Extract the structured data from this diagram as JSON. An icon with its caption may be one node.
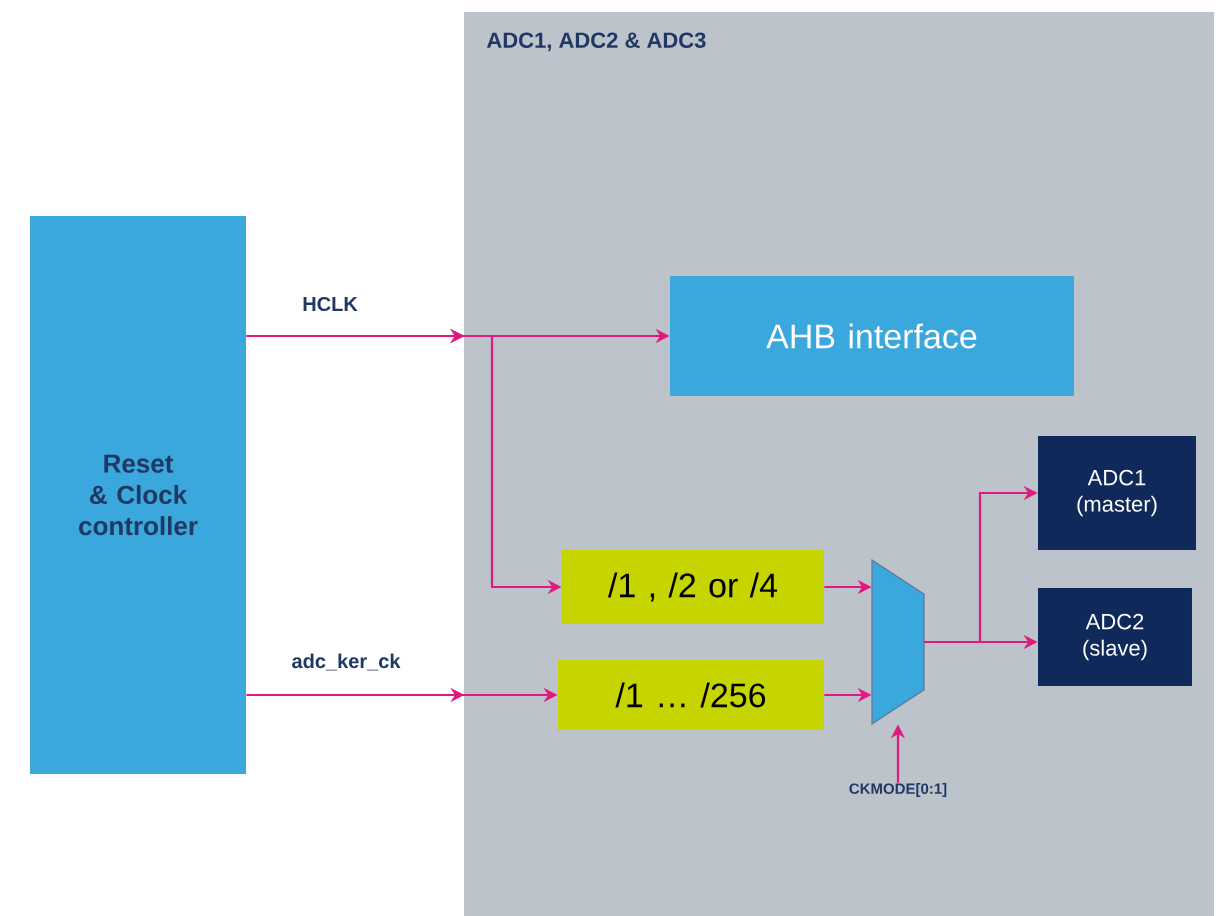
{
  "diagram": {
    "nodes": [
      {
        "text": [
          "Reset & Clock controller"
        ]
      },
      {
        "text": [
          "ADC1, ADC2 & ADC3"
        ]
      },
      {
        "text": [
          "AHB interface"
        ],
        "in": 1
      },
      {
        "text": [
          "/1 , /2 or /4"
        ],
        "in": 1
      },
      {
        "text": [
          "/1 … /256"
        ],
        "in": 1
      },
      {
        "text": [],
        "shape": "trapezoid",
        "in": 1
      },
      {
        "text": [
          "ADC1 (master)"
        ],
        "in": 1
      },
      {
        "text": [
          "ADC2 (slave)"
        ],
        "in": 1
      },
      {
        "text": [
          "CKMODE[0:1]"
        ],
        "in": 1
      }
    ],
    "edges": [
      {
        "from": 0,
        "to": 2,
        "arrow": "to",
        "label": "HCLK"
      },
      {
        "from": 0,
        "to": 3,
        "arrow": "to"
      },
      {
        "from": 0,
        "to": 4,
        "arrow": "to",
        "label": "adc_ker_ck"
      },
      {
        "from": 3,
        "to": 5,
        "arrow": "to"
      },
      {
        "from": 4,
        "to": 5,
        "arrow": "to"
      },
      {
        "from": 5,
        "to": 6,
        "arrow": "to"
      },
      {
        "from": 5,
        "to": 7,
        "arrow": "to"
      },
      {
        "from": 8,
        "to": 5,
        "arrow": "to"
      }
    ]
  }
}
